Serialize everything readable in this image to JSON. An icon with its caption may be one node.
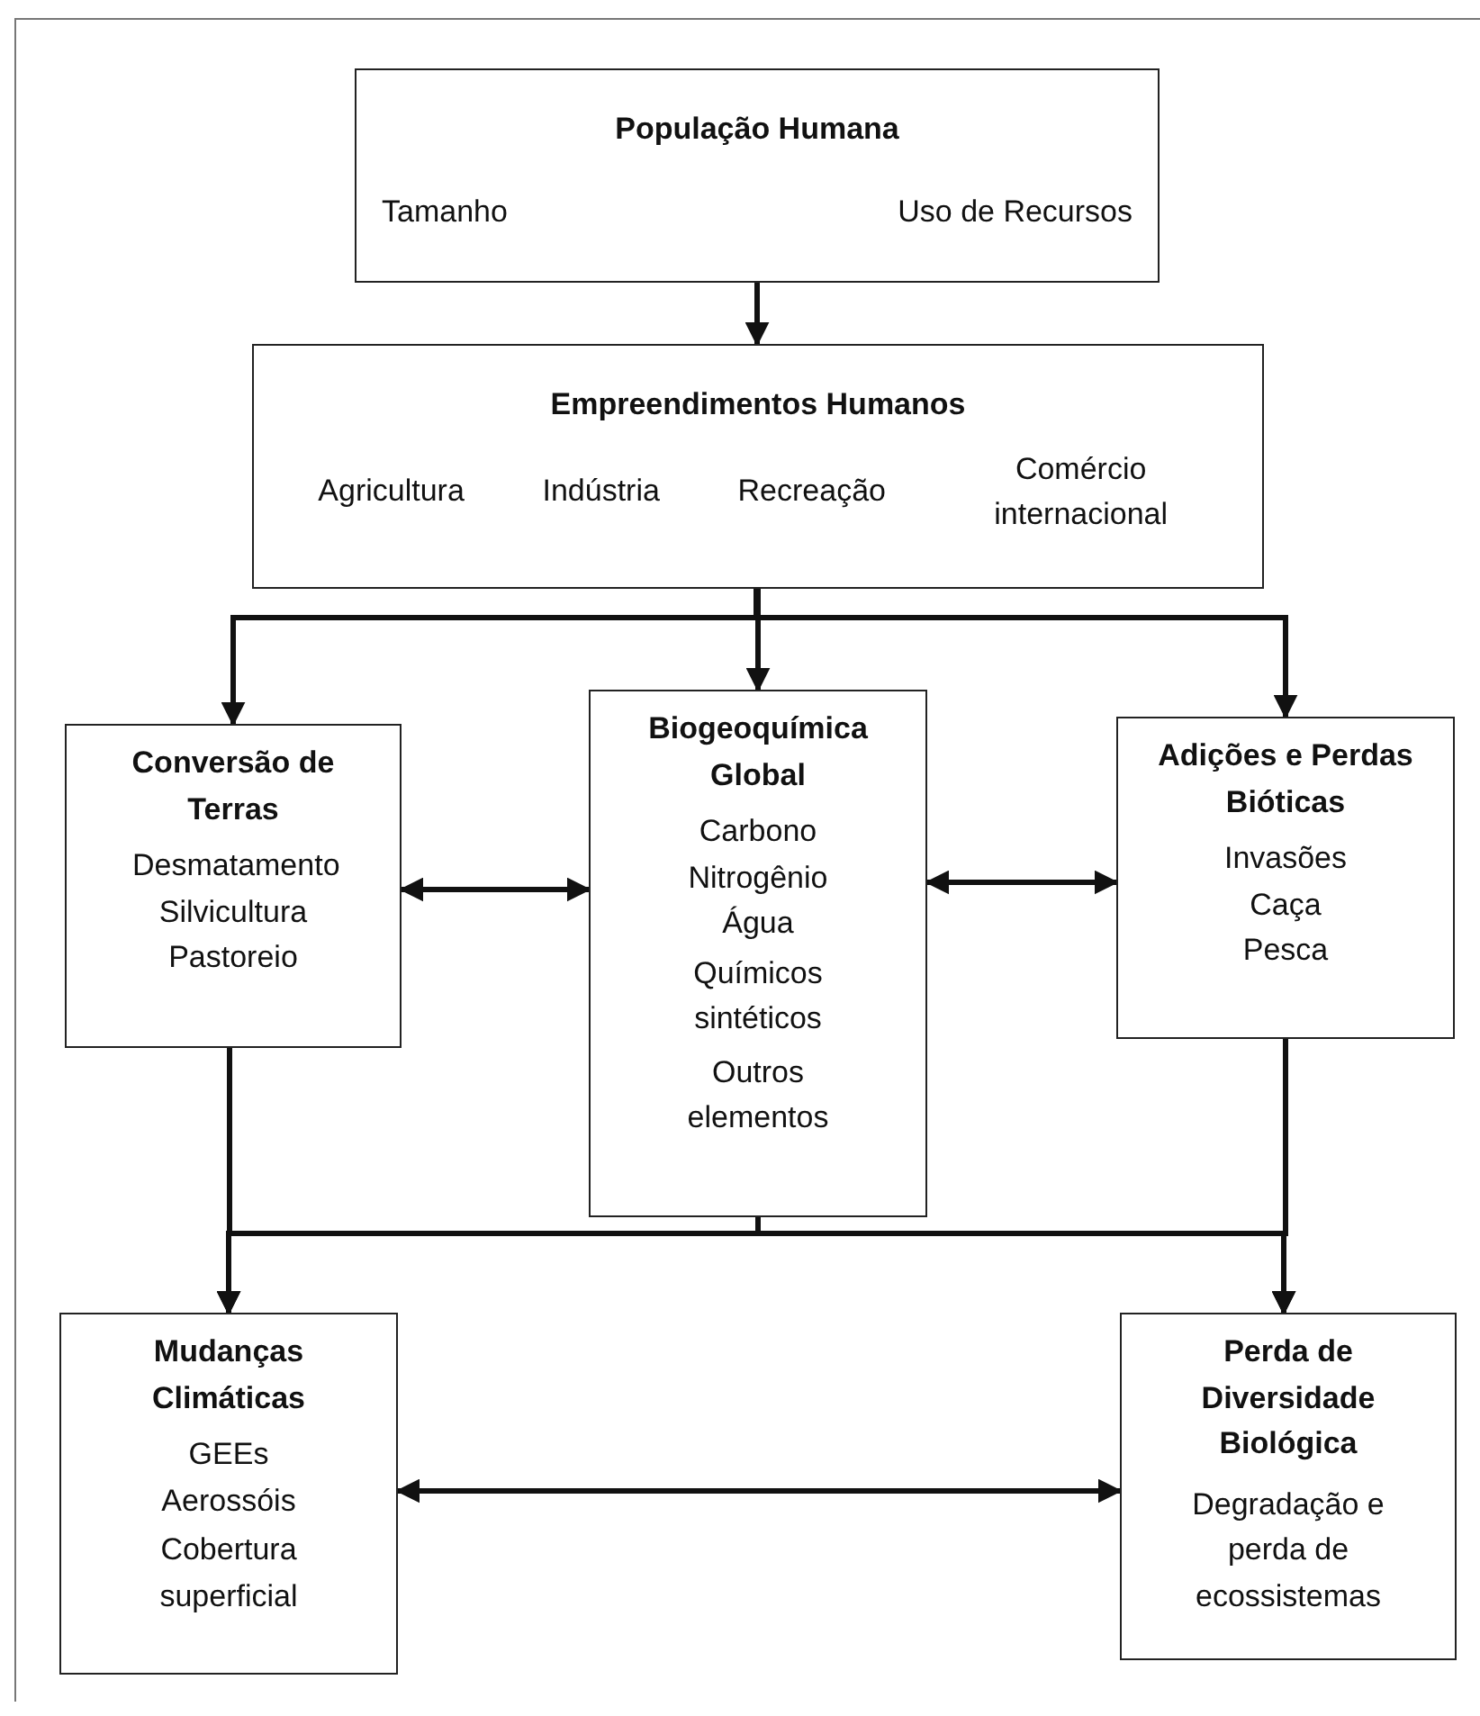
{
  "diagram": {
    "nodes": [
      {
        "text": [
          "População Humana",
          "Tamanho",
          "Uso de Recursos"
        ]
      },
      {
        "text": [
          "Empreendimentos Humanos",
          "Agricultura",
          "Indústria",
          "Recreação",
          "Comércio internacional"
        ]
      },
      {
        "text": [
          "Conversão de Terras",
          "Desmatamento",
          "Silvicultura",
          "Pastoreio"
        ]
      },
      {
        "text": [
          "Biogeoquímica Global",
          "Carbono",
          "Nitrogênio",
          "Água",
          "Químicos sintéticos",
          "Outros elementos"
        ]
      },
      {
        "text": [
          "Adições e Perdas Bióticas",
          "Invasões",
          "Caça",
          "Pesca"
        ]
      },
      {
        "text": [
          "Mudanças Climáticas",
          "GEEs",
          "Aerossóis",
          "Cobertura superficial"
        ]
      },
      {
        "text": [
          "Perda de Diversidade Biológica",
          "Degradação e perda de ecossistemas"
        ]
      }
    ],
    "edges": [
      {
        "from": 0,
        "to": 1,
        "arrow": "to"
      },
      {
        "from": 1,
        "to": 2,
        "arrow": "to"
      },
      {
        "from": 1,
        "to": 3,
        "arrow": "to"
      },
      {
        "from": 1,
        "to": 4,
        "arrow": "to"
      },
      {
        "from": 2,
        "to": 3,
        "arrow": "both"
      },
      {
        "from": 3,
        "to": 4,
        "arrow": "both"
      },
      {
        "from": 2,
        "to": 5,
        "arrow": "to"
      },
      {
        "from": 2,
        "to": 6,
        "arrow": "to"
      },
      {
        "from": 3,
        "to": 5,
        "arrow": "to"
      },
      {
        "from": 3,
        "to": 6,
        "arrow": "to"
      },
      {
        "from": 4,
        "to": 5,
        "arrow": "to"
      },
      {
        "from": 4,
        "to": 6,
        "arrow": "to"
      },
      {
        "from": 5,
        "to": 6,
        "arrow": "both"
      }
    ]
  }
}
